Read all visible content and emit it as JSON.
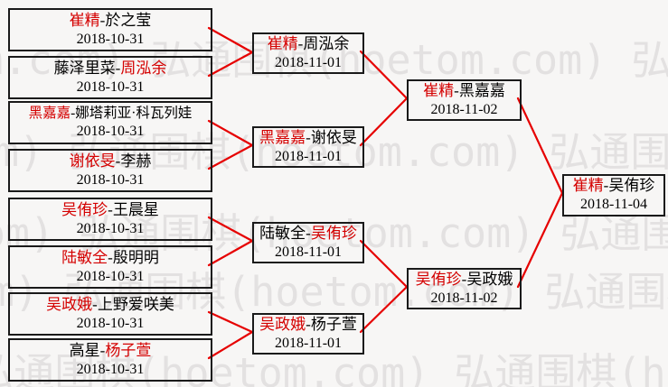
{
  "watermark": {
    "text": "弘通围棋(hoetom.com)",
    "row": "弘通围棋(hoetom.com) 弘通围棋(hoetom.com) 弘通围棋(hoetom.com)",
    "color": "#e3e1e1"
  },
  "ui": {
    "separator": "-"
  },
  "colors": {
    "winner_red": "#d40000",
    "line_red": "#e60000",
    "box_border": "#1a1a1a",
    "background": "#f7f6f5"
  },
  "bracket": {
    "rounds": [
      {
        "matches": [
          {
            "p1": "崔精",
            "p2": "於之莹",
            "date": "2018-10-31",
            "winner": "p1"
          },
          {
            "p1": "藤泽里菜",
            "p2": "周泓余",
            "date": "2018-10-31",
            "winner": "p2"
          },
          {
            "p1": "黑嘉嘉",
            "p2": "娜塔莉亚·科瓦列娃",
            "date": "2018-10-31",
            "winner": "p1"
          },
          {
            "p1": "谢依旻",
            "p2": "李赫",
            "date": "2018-10-31",
            "winner": "p1"
          },
          {
            "p1": "吴侑珍",
            "p2": "王晨星",
            "date": "2018-10-31",
            "winner": "p1"
          },
          {
            "p1": "陆敏全",
            "p2": "殷明明",
            "date": "2018-10-31",
            "winner": "p1"
          },
          {
            "p1": "吴政娥",
            "p2": "上野爱咲美",
            "date": "2018-10-31",
            "winner": "p1"
          },
          {
            "p1": "高星",
            "p2": "杨子萱",
            "date": "2018-10-31",
            "winner": "p2"
          }
        ]
      },
      {
        "matches": [
          {
            "p1": "崔精",
            "p2": "周泓余",
            "date": "2018-11-01",
            "winner": "p1"
          },
          {
            "p1": "黑嘉嘉",
            "p2": "谢依旻",
            "date": "2018-11-01",
            "winner": "p1"
          },
          {
            "p1": "陆敏全",
            "p2": "吴侑珍",
            "date": "2018-11-01",
            "winner": "p2"
          },
          {
            "p1": "吴政娥",
            "p2": "杨子萱",
            "date": "2018-11-01",
            "winner": "p1"
          }
        ]
      },
      {
        "matches": [
          {
            "p1": "崔精",
            "p2": "黑嘉嘉",
            "date": "2018-11-02",
            "winner": "p1"
          },
          {
            "p1": "吴侑珍",
            "p2": "吴政娥",
            "date": "2018-11-02",
            "winner": "p1"
          }
        ]
      },
      {
        "matches": [
          {
            "p1": "崔精",
            "p2": "吴侑珍",
            "date": "2018-11-04",
            "winner": "p1"
          }
        ]
      }
    ]
  }
}
